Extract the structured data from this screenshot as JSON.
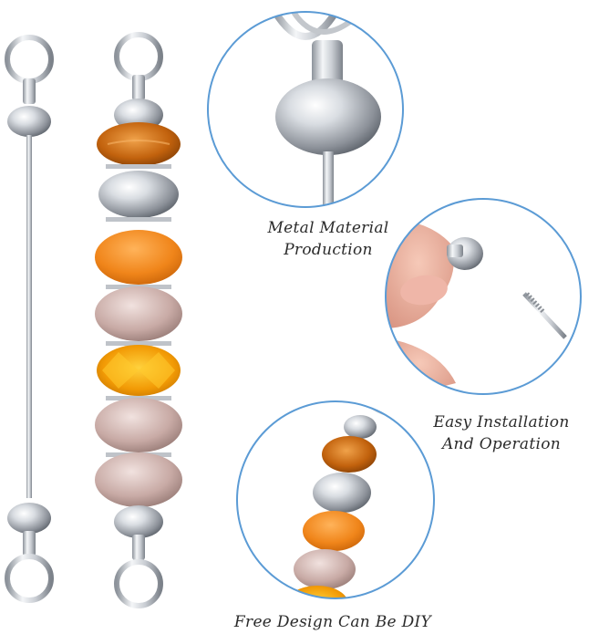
{
  "captions": {
    "metal_line1": "Metal Material",
    "metal_line2": "Production",
    "install_line1": "Easy Installation",
    "install_line2": "And Operation",
    "diy": "Free Design Can Be DIY"
  },
  "colors": {
    "circle_border": "#5b9bd5",
    "amber_bead": "#c86a0f",
    "orange_bead": "#f08a1c",
    "faceted_bead": "#f0a000",
    "pink_bead": "#c9aaa4",
    "silver": "#c8ccd2"
  },
  "illustrations": [
    "plain-bar-pen-icon",
    "beaded-bar-pen-icon",
    "metal-closeup-icon",
    "installation-hand-icon",
    "diy-beads-icon"
  ]
}
